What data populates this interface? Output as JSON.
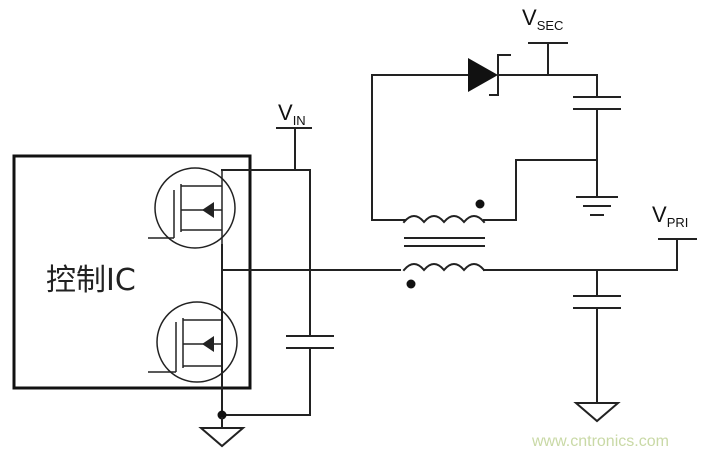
{
  "labels": {
    "controller_ic": "控制IC",
    "vin_main": "V",
    "vin_sub": "IN",
    "vsec_main": "V",
    "vsec_sub": "SEC",
    "vpri_main": "V",
    "vpri_sub": "PRI"
  },
  "watermark": "www.cntronics.com",
  "colors": {
    "line": "#222222",
    "watermark": "#c9d9a6"
  }
}
